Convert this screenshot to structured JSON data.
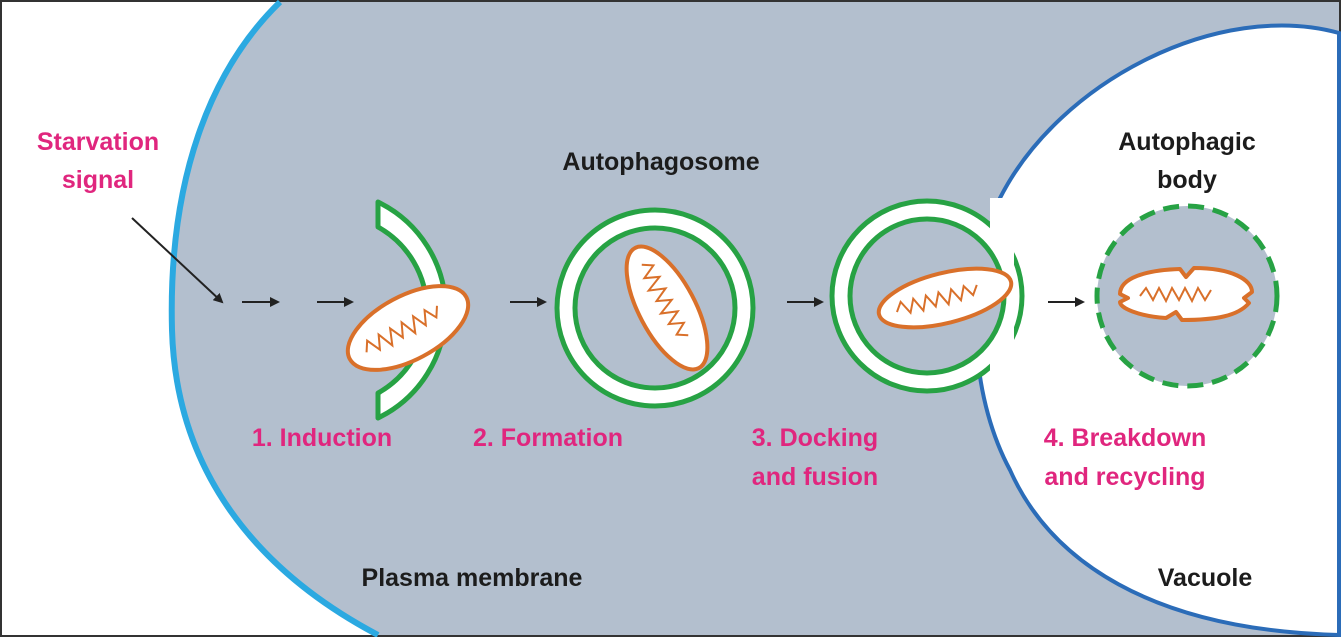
{
  "labels": {
    "signal_line1": "Starvation",
    "signal_line2": "signal",
    "autophagosome": "Autophagosome",
    "autophagic_body_line1": "Autophagic",
    "autophagic_body_line2": "body",
    "plasma_membrane": "Plasma membrane",
    "vacuole": "Vacuole"
  },
  "steps": [
    {
      "line1": "1. Induction",
      "line2": ""
    },
    {
      "line1": "2. Formation",
      "line2": ""
    },
    {
      "line1": "3. Docking",
      "line2": "and fusion"
    },
    {
      "line1": "4. Breakdown",
      "line2": "and recycling"
    }
  ],
  "colors": {
    "cytoplasm": "#b3bfce",
    "plasma_membrane": "#2ba9e1",
    "vacuole_membrane": "#2b6cb8",
    "autophagosome_membrane": "#27a244",
    "mitochondrion": "#d9702a",
    "step_label": "#e0267e",
    "text": "#1c1c1c"
  }
}
